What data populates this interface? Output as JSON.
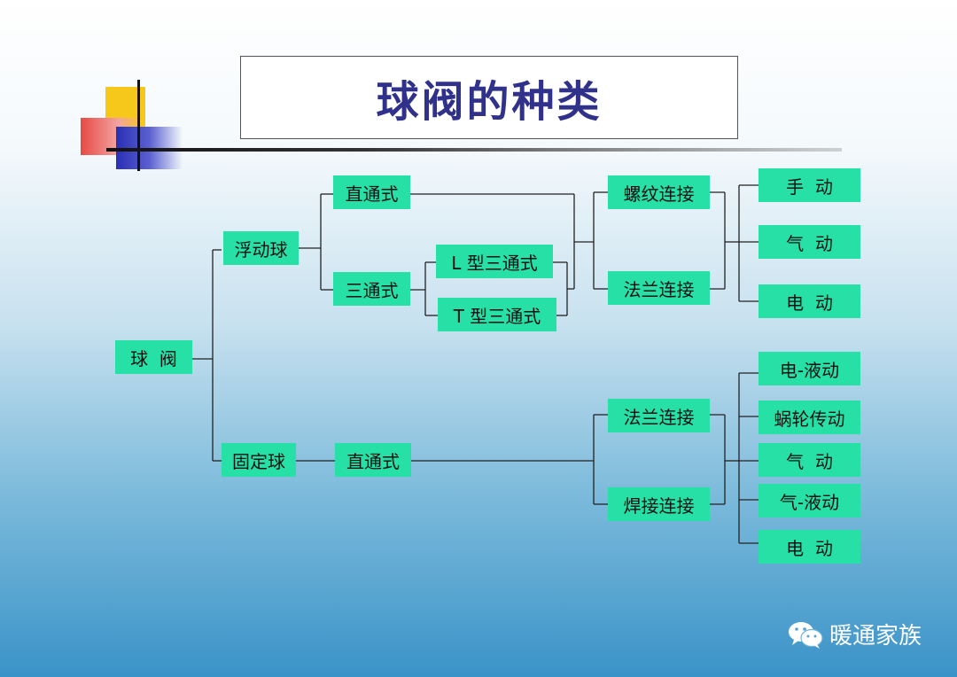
{
  "title": "球阀的种类",
  "watermark": "暖通家族",
  "colors": {
    "node_fill": "#26e0a6",
    "title_text": "#30318a",
    "line": "#222222"
  },
  "nodes": {
    "root": "球  阀",
    "floating_ball": "浮动球",
    "fixed_ball": "固定球",
    "floating_straight": "直通式",
    "floating_three_way": "三通式",
    "l_type": "L 型三通式",
    "t_type": "T 型三通式",
    "thread_conn": "螺纹连接",
    "flange_conn_top": "法兰连接",
    "manual": "手  动",
    "pneumatic_top": "气  动",
    "electric_top": "电  动",
    "fixed_straight": "直通式",
    "flange_conn_bottom": "法兰连接",
    "weld_conn": "焊接连接",
    "electro_hydraulic": "电-液动",
    "worm_gear": "蜗轮传动",
    "pneumatic_bottom": "气  动",
    "pneumo_hydraulic": "气-液动",
    "electric_bottom": "电  动"
  }
}
